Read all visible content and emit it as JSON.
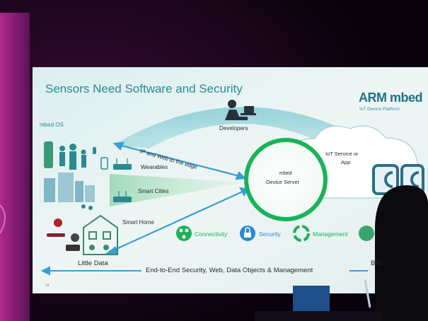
{
  "slide": {
    "title": "Sensors Need Software and Security",
    "brand": "ARM mbed",
    "brand_subtitle": "IoT Device Platform",
    "mbed_os_label": "mbed OS",
    "developers": "Developers",
    "ip_web": "IP and Web to the edge",
    "server": [
      "mbed",
      "Device Server"
    ],
    "cloud": [
      "IoT Service or",
      "App"
    ],
    "segments": [
      "Wearables",
      "Smart Cities",
      "Smart Home"
    ],
    "features": [
      "Connectivity",
      "Security",
      "Management"
    ],
    "little_data": "Little Data",
    "big_data": "BIG Data",
    "bottom_caption": "End-to-End Security, Web, Data Objects & Management",
    "page_number": "19"
  },
  "colors": {
    "slide_bg": "#e9f4f4",
    "teal": "#2a8a8f",
    "arrow_blue": "#3a9ed8",
    "green": "#19b35a",
    "brand": "#1d7386",
    "room_purple": "#7b1b6e",
    "room_dark": "#0a0210"
  }
}
